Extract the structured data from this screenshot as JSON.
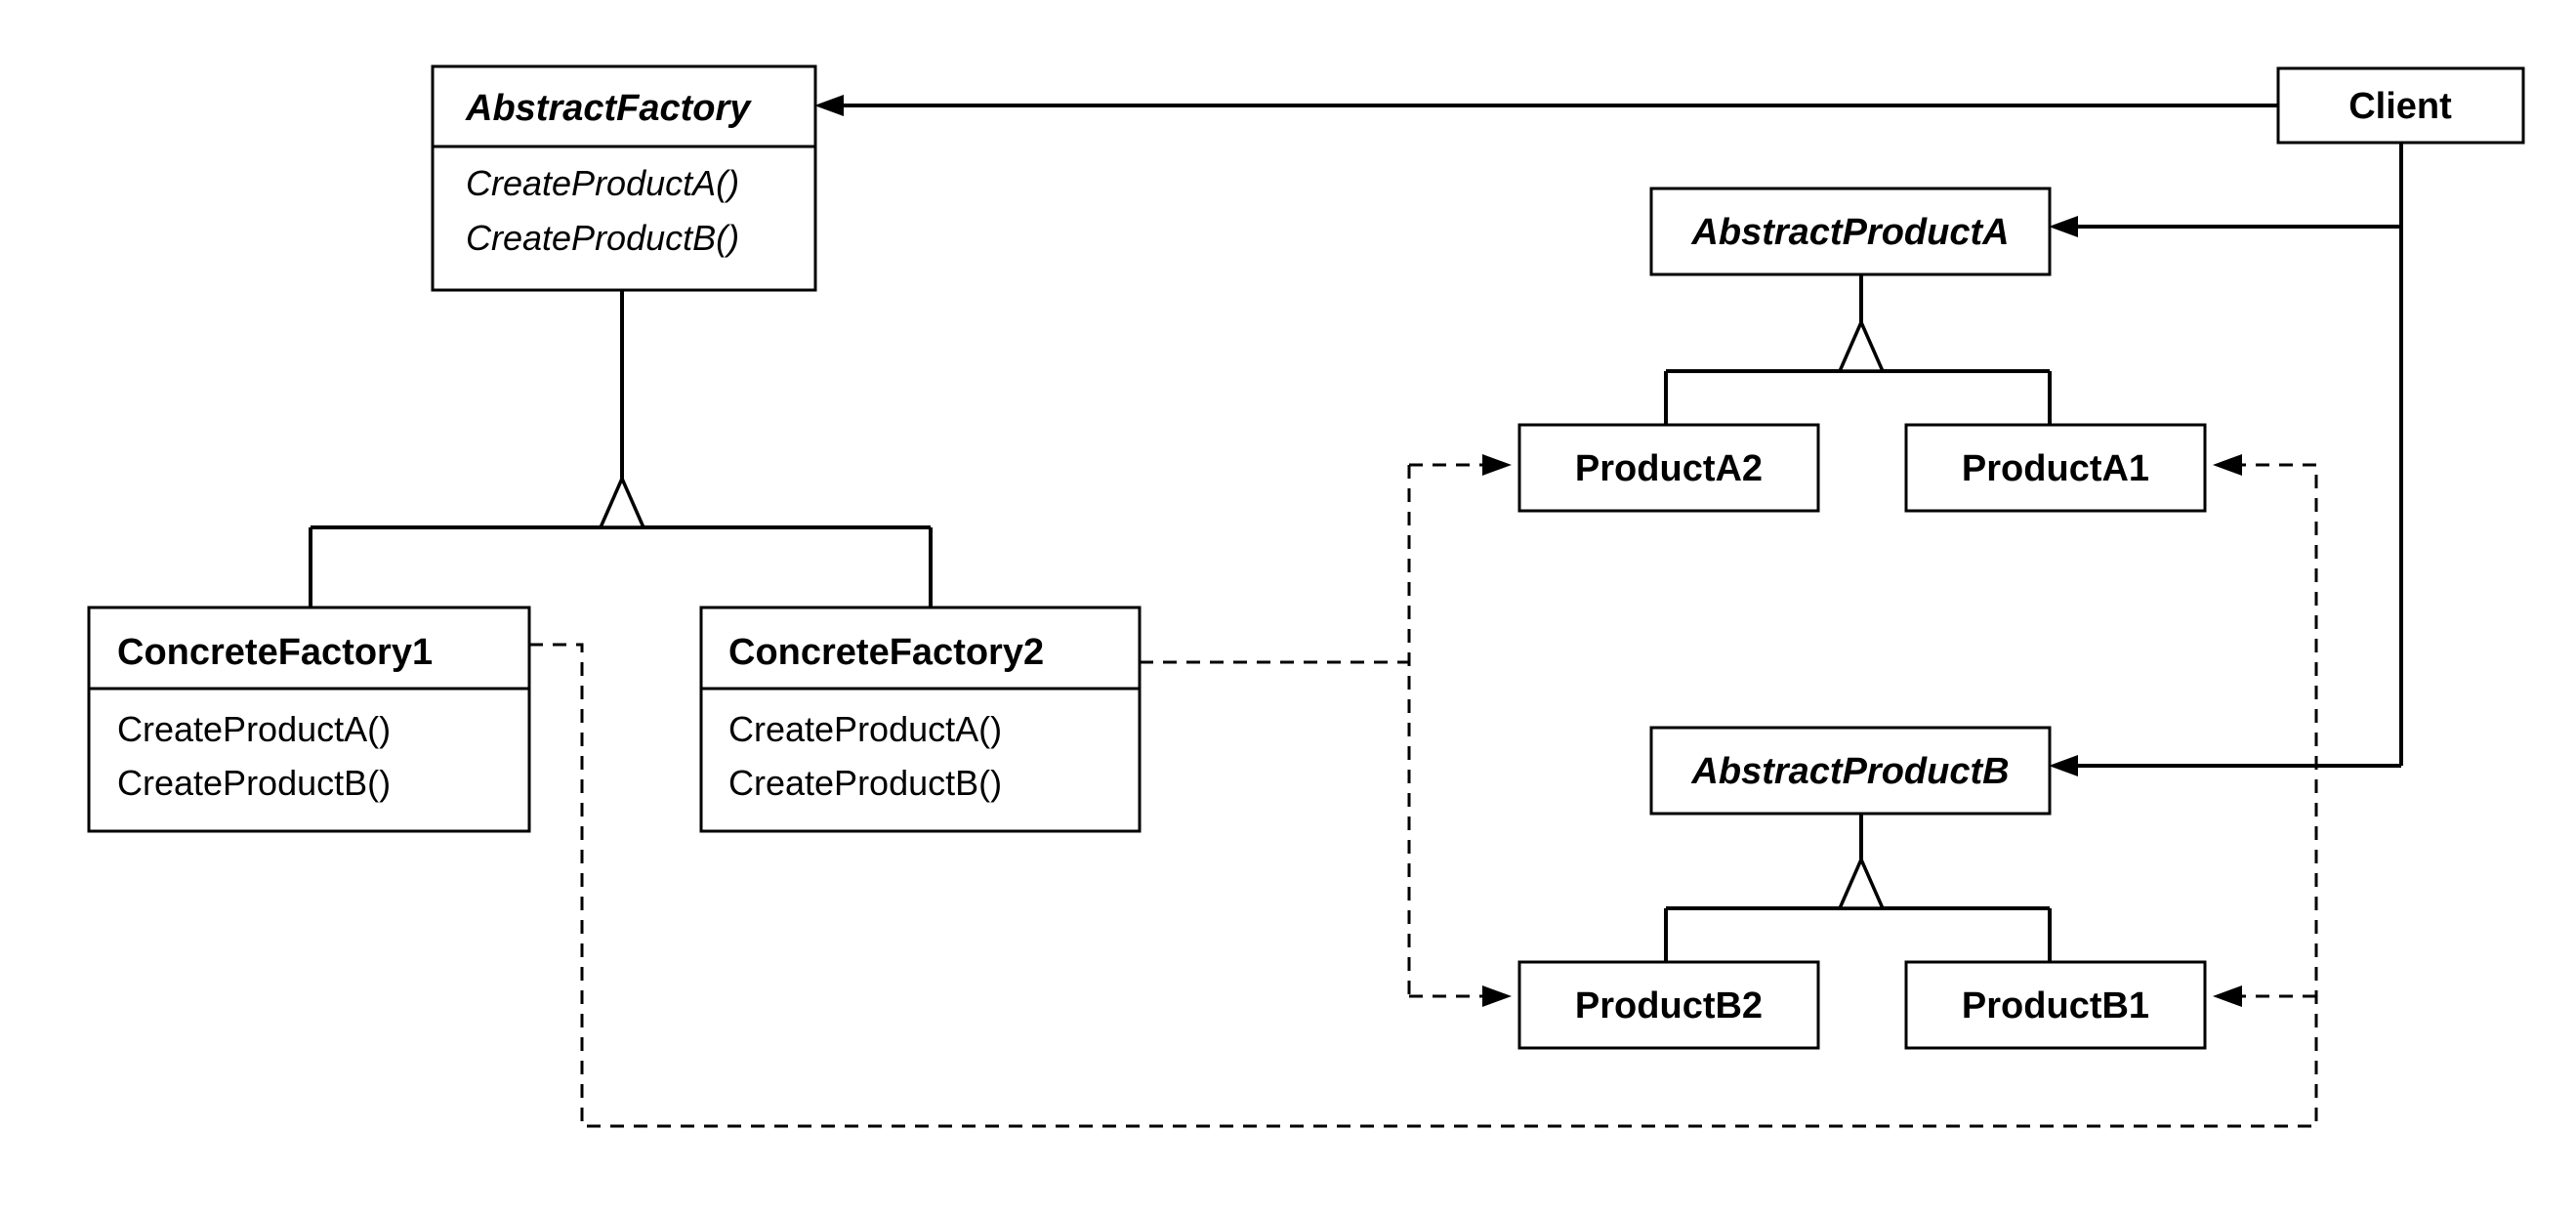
{
  "classes": {
    "abstract_factory": {
      "name": "AbstractFactory",
      "operations": [
        "CreateProductA()",
        "CreateProductB()"
      ]
    },
    "concrete_factory_1": {
      "name": "ConcreteFactory1",
      "operations": [
        "CreateProductA()",
        "CreateProductB()"
      ]
    },
    "concrete_factory_2": {
      "name": "ConcreteFactory2",
      "operations": [
        "CreateProductA()",
        "CreateProductB()"
      ]
    },
    "client": {
      "name": "Client"
    },
    "abstract_product_a": {
      "name": "AbstractProductA"
    },
    "abstract_product_b": {
      "name": "AbstractProductB"
    },
    "product_a1": {
      "name": "ProductA1"
    },
    "product_a2": {
      "name": "ProductA2"
    },
    "product_b1": {
      "name": "ProductB1"
    },
    "product_b2": {
      "name": "ProductB2"
    }
  }
}
